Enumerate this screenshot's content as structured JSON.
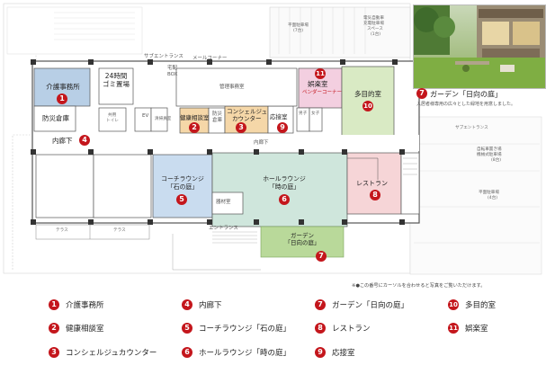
{
  "photo": {
    "caption_number": "7",
    "caption_text": "ガーデン「日向の庭」",
    "note": "入居者様専用の広々とした緑地を用意しました。"
  },
  "plan": {
    "rooms": {
      "care_office": {
        "num": "1",
        "label": "介護事務所"
      },
      "disaster_storage": {
        "label": "防災倉庫"
      },
      "inner_corridor": {
        "num": "4",
        "label": "内廊下"
      },
      "garbage": {
        "label_line1": "24時間",
        "label_line2": "ゴミ置場"
      },
      "service_entrance": {
        "label": "サブエントランス"
      },
      "delivery_box": {
        "label_line1": "宅配",
        "label_line2": "BOX"
      },
      "mail_corner": {
        "label": "メールコーナー"
      },
      "manager_office": {
        "label": "管理事務室"
      },
      "health_consult": {
        "num": "2",
        "label": "健康相談室"
      },
      "disaster_storage2": {
        "label_line1": "防災",
        "label_line2": "倉庫"
      },
      "concierge": {
        "num": "3",
        "label_line1": "コンシェルジュ",
        "label_line2": "カウンター"
      },
      "reception": {
        "num": "9",
        "label": "応接室"
      },
      "entertainment": {
        "num": "11",
        "label": "娯楽室",
        "sub": "ペンダーコーナー"
      },
      "multipurpose": {
        "num": "10",
        "label": "多目的室"
      },
      "corridor2": {
        "label": "内廊下"
      },
      "coach_lounge": {
        "num": "5",
        "label_line1": "コーチラウンジ",
        "label_line2": "「石の庭」"
      },
      "hall_lounge": {
        "num": "6",
        "label_line1": "ホールラウンジ",
        "label_line2": "「時の庭」"
      },
      "restaurant": {
        "num": "8",
        "label": "レストラン"
      },
      "garden": {
        "num": "7",
        "label_line1": "ガーデン",
        "label_line2": "「日向の庭」"
      },
      "closet": {
        "label": "器材室"
      },
      "entrance": {
        "label": "エントランス"
      },
      "terrace1": {
        "label": "テラス"
      },
      "terrace2": {
        "label": "テラス"
      },
      "ev": {
        "label": "EV"
      },
      "toilet1": {
        "label_line1": "共用",
        "label_line2": "トイレ"
      },
      "toilet2": {
        "label": "男子"
      },
      "toilet3": {
        "label": "女子"
      },
      "cleaning": {
        "label": "清掃員室"
      }
    },
    "outside": {
      "bike_top": {
        "line1": "平面駐車場",
        "line2": "(7台)"
      },
      "bike_top2": {
        "line1": "電気自動車",
        "line2": "充電駐車場",
        "line3": "スペース",
        "line4": "(1台)"
      },
      "service_entrance_right": {
        "label": "サブエントランス"
      },
      "parking_right1": {
        "line1": "自転車置き場",
        "line2": "機械式駐車場",
        "line3": "(8台)"
      },
      "parking_right2": {
        "line1": "平面駐車場",
        "line2": "(4台)"
      }
    },
    "hint": "※●この番号にカーソルを合わせると写真をご覧いただけます。"
  },
  "legend": [
    {
      "num": "1",
      "label": "介護事務所"
    },
    {
      "num": "2",
      "label": "健康相談室"
    },
    {
      "num": "3",
      "label": "コンシェルジュカウンター"
    },
    {
      "num": "4",
      "label": "内廊下"
    },
    {
      "num": "5",
      "label": "コーチラウンジ「石の庭」"
    },
    {
      "num": "6",
      "label": "ホールラウンジ「時の庭」"
    },
    {
      "num": "7",
      "label": "ガーデン「日向の庭」"
    },
    {
      "num": "8",
      "label": "レストラン"
    },
    {
      "num": "9",
      "label": "応接室"
    },
    {
      "num": "10",
      "label": "多目的室"
    },
    {
      "num": "11",
      "label": "娯楽室"
    }
  ],
  "colors": {
    "accent_red": "#c4161c",
    "care_blue": "#b8cfe6",
    "lounge_blue": "#c9dcef",
    "hall_green": "#cfe6dc",
    "restaurant_pink": "#f6d5d7",
    "entertainment_pink": "#f3cfe0",
    "multipurpose_green": "#d9eac4",
    "concierge_orange": "#f5d7a8",
    "garden_green": "#b9d99a"
  }
}
